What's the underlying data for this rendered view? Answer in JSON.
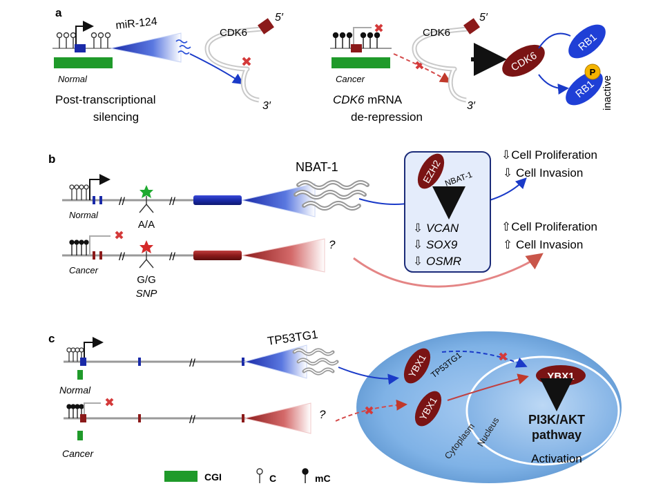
{
  "panel_a": {
    "letter": "a",
    "mirna": "miR-124",
    "cdk6_normal": "CDK6",
    "cdk6_cancer": "CDK6",
    "five_prime_1": "5′",
    "three_prime_1": "3′",
    "five_prime_2": "5′",
    "three_prime_2": "3′",
    "normal_label": "Normal",
    "cancer_label": "Cancer",
    "caption_normal_1": "Post-transcriptional",
    "caption_normal_2": "silencing",
    "caption_cancer_1_gene": "CDK6",
    "caption_cancer_1_rest": " mRNA",
    "caption_cancer_2": "de-repression",
    "cdk6_protein": "CDK6",
    "rb1_top": "RB1",
    "rb1_bottom": "RB1",
    "phospho": "P",
    "inactive": "inactive"
  },
  "panel_b": {
    "letter": "b",
    "nbat": "NBAT-1",
    "normal_label": "Normal",
    "cancer_label": "Cancer",
    "genotype_normal": "A/A",
    "genotype_cancer": "G/G",
    "snp": "SNP",
    "ezh2": "EZH2",
    "nbat_inner": "NBAT-1",
    "targets": [
      "VCAN",
      "SOX9",
      "OSMR"
    ],
    "down_prolif": "Cell Proliferation",
    "down_invasion": "Cell Invasion",
    "up_prolif": "Cell Proliferation",
    "up_invasion": "Cell Invasion",
    "question": "?"
  },
  "panel_c": {
    "letter": "c",
    "tp53tg1": "TP53TG1",
    "normal_label": "Normal",
    "cancer_label": "Cancer",
    "ybx1_cyto_top": "YBX1",
    "tp53tg1_small": "TP53TG1",
    "ybx1_cyto_bottom": "YBX1",
    "ybx1_nucleus": "YBX1",
    "pathway_1": "PI3K/AKT",
    "pathway_2": "pathway",
    "nucleus": "Nucleus",
    "cytoplasm": "Cytoplasm",
    "activation": "Activation",
    "question": "?"
  },
  "legend": {
    "cgi": "CGI",
    "c": "C",
    "mc": "mC"
  },
  "colors": {
    "normal_blue": "#1a2aa8",
    "cancer_red": "#8b1a1a",
    "cgi_green": "#1f9a2a",
    "rb1_blue": "#1f3fd6",
    "cell_blue": "#7fb2e6"
  }
}
